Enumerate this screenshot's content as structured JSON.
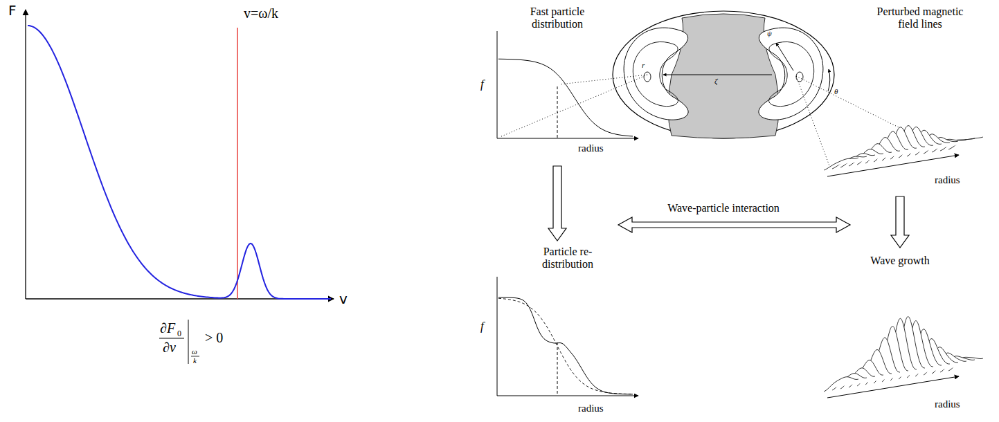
{
  "diagram": {
    "nodes": [
      {
        "text": [
          "Fast particle distribution",
          "f",
          "radius"
        ]
      },
      {
        "text": [
          "Perturbed magnetic field lines",
          "radius"
        ]
      },
      {
        "text": [
          "Particle re-distribution",
          "f",
          "radius"
        ]
      },
      {
        "text": [
          "Wave growth",
          "radius"
        ]
      }
    ],
    "edges": [
      {
        "from": 0,
        "to": 2,
        "arrow": "to"
      },
      {
        "from": 1,
        "to": 3,
        "arrow": "to"
      }
    ],
    "labels": [
      "F",
      "v",
      "v=ω/k",
      "∂F",
      "0",
      "∂v",
      "ω",
      "k",
      "> 0",
      "Wave-particle interaction",
      "r",
      "ψ",
      "θ",
      "ζ"
    ]
  }
}
